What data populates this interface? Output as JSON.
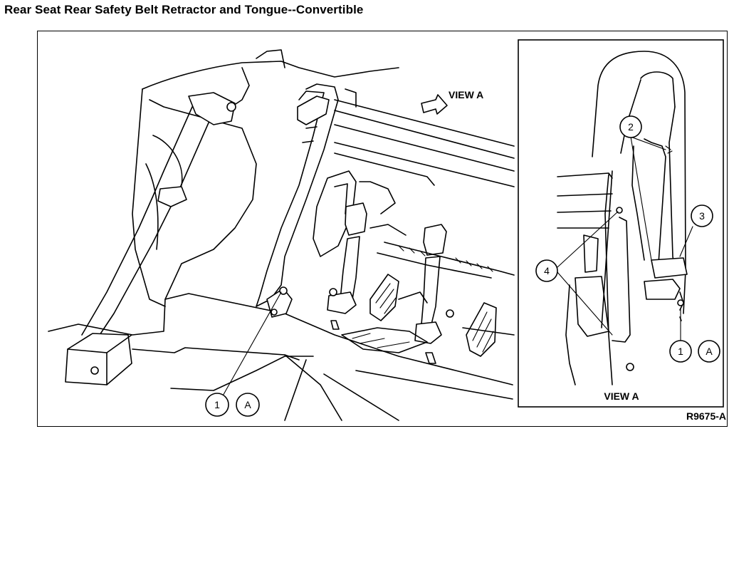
{
  "diagram": {
    "title": "Rear Seat Rear Safety Belt Retractor and Tongue--Convertible",
    "figure_id": "R9675-A",
    "main_view": {
      "view_pointer_label": "VIEW A",
      "callouts": [
        "1",
        "A"
      ]
    },
    "inset": {
      "caption": "VIEW A",
      "callouts": [
        "2",
        "3",
        "4",
        "1",
        "A"
      ]
    }
  }
}
